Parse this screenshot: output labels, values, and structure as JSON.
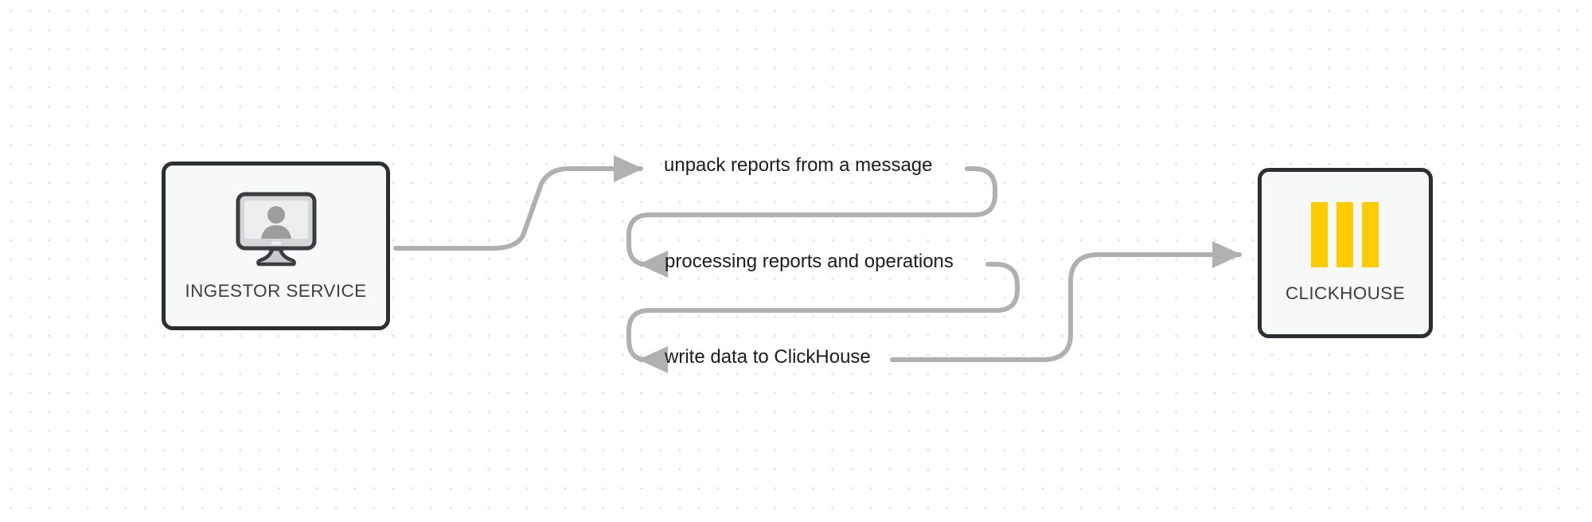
{
  "diagram": {
    "background": "#ffffff",
    "dot_color": "#e4e4e6",
    "edge_color": "#b0b0b0",
    "node_border_color": "#2b2f33",
    "node_fill_color": "#f7f8f8"
  },
  "nodes": [
    {
      "id": "ingestor",
      "label": "INGESTOR SERVICE",
      "icon": "monitor-user-icon"
    },
    {
      "id": "clickhouse",
      "label": "CLICKHOUSE",
      "icon": "clickhouse-bars-icon",
      "accent_color": "#FFCC00"
    }
  ],
  "edges": [
    {
      "id": "edge-0",
      "label": "unpack reports from a message"
    },
    {
      "id": "edge-1",
      "label": "processing reports and operations"
    },
    {
      "id": "edge-2",
      "label": "write data to ClickHouse"
    }
  ]
}
